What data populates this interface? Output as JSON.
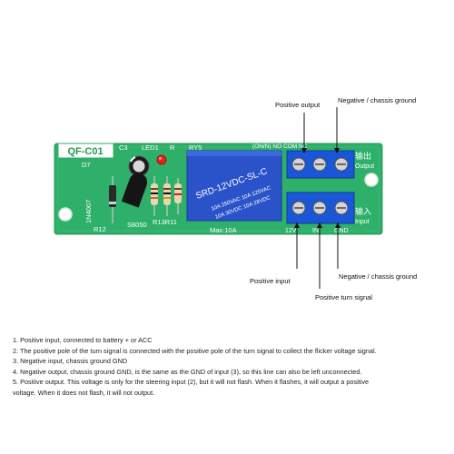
{
  "board": {
    "model": "QF-C01",
    "relay_model": "SRD-12VDC-SL-C",
    "relay_rating_1": "10A 250VAC  10A 125VAC",
    "relay_rating_2": "10A 30VDC  10A 28VDC",
    "max_current": "Max:10A",
    "labels": {
      "c3": "C3",
      "led1": "LED1",
      "r": "R",
      "ry5": "RY5",
      "d7": "D7",
      "diode": "1N4007",
      "r12": "R12",
      "q5": "S8050",
      "r13r11": "R13R11",
      "on_no": "(ON/N) NO  COM  NC",
      "output_cn": "输出",
      "output_en": "Output",
      "input_cn": "输入",
      "input_en": "Input",
      "v12": "12V",
      "in": "IN",
      "gnd": "GND"
    }
  },
  "callouts": {
    "positive_output": "Positive output",
    "negative_chassis_top": "Negative /  chassis ground",
    "positive_input": "Positive input",
    "negative_chassis_bottom": "Negative /  chassis ground",
    "positive_turn_signal": "Positive turn signal"
  },
  "notes": [
    "1. Positive input, connected to battery + or ACC",
    "2. The positive pole of the turn signal is connected with the positive pole of the turn signal to collect the flicker voltage signal.",
    "3. Negative input, chassis ground GND",
    "4. Negative output, chassis ground GND, is the same as the GND of input (3), so this line can also be left unconnected.",
    "5. Positive output. This voltage is only for the steering input (2), but it will not flash. When it flashes, it will output a positive",
    "voltage. When it does not flash, it will not output."
  ]
}
